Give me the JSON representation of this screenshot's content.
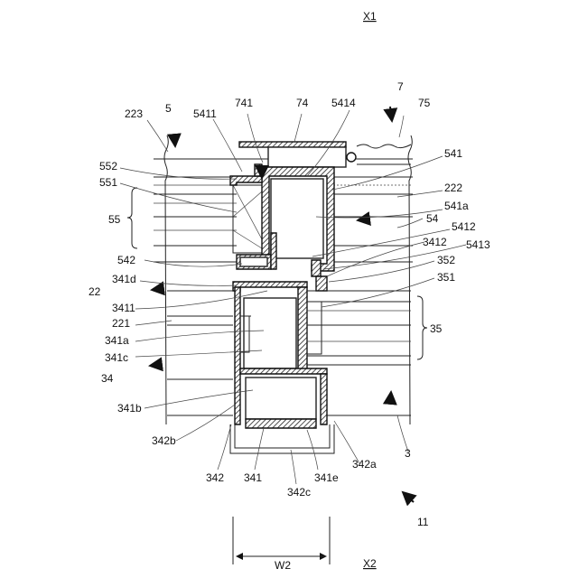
{
  "labels": {
    "X1": "X1",
    "X2": "X2",
    "W2": "W2",
    "l7": "7",
    "l74": "74",
    "l741": "741",
    "l5414": "5414",
    "l75": "75",
    "l223": "223",
    "l5": "5",
    "l5411": "5411",
    "l541": "541",
    "l552": "552",
    "l551": "551",
    "l222": "222",
    "l541a": "541a",
    "l55": "55",
    "l54": "54",
    "l5412": "5412",
    "l3412": "3412",
    "l5413": "5413",
    "l542": "542",
    "l352": "352",
    "l341d": "341d",
    "l351": "351",
    "l22": "22",
    "l3411": "3411",
    "l221": "221",
    "l35": "35",
    "l341a": "341a",
    "l341c": "341c",
    "l34": "34",
    "l341b": "341b",
    "l3": "3",
    "l342b": "342b",
    "l342a": "342a",
    "l342": "342",
    "l341": "341",
    "l341e": "341e",
    "l342c": "342c",
    "l11": "11"
  }
}
